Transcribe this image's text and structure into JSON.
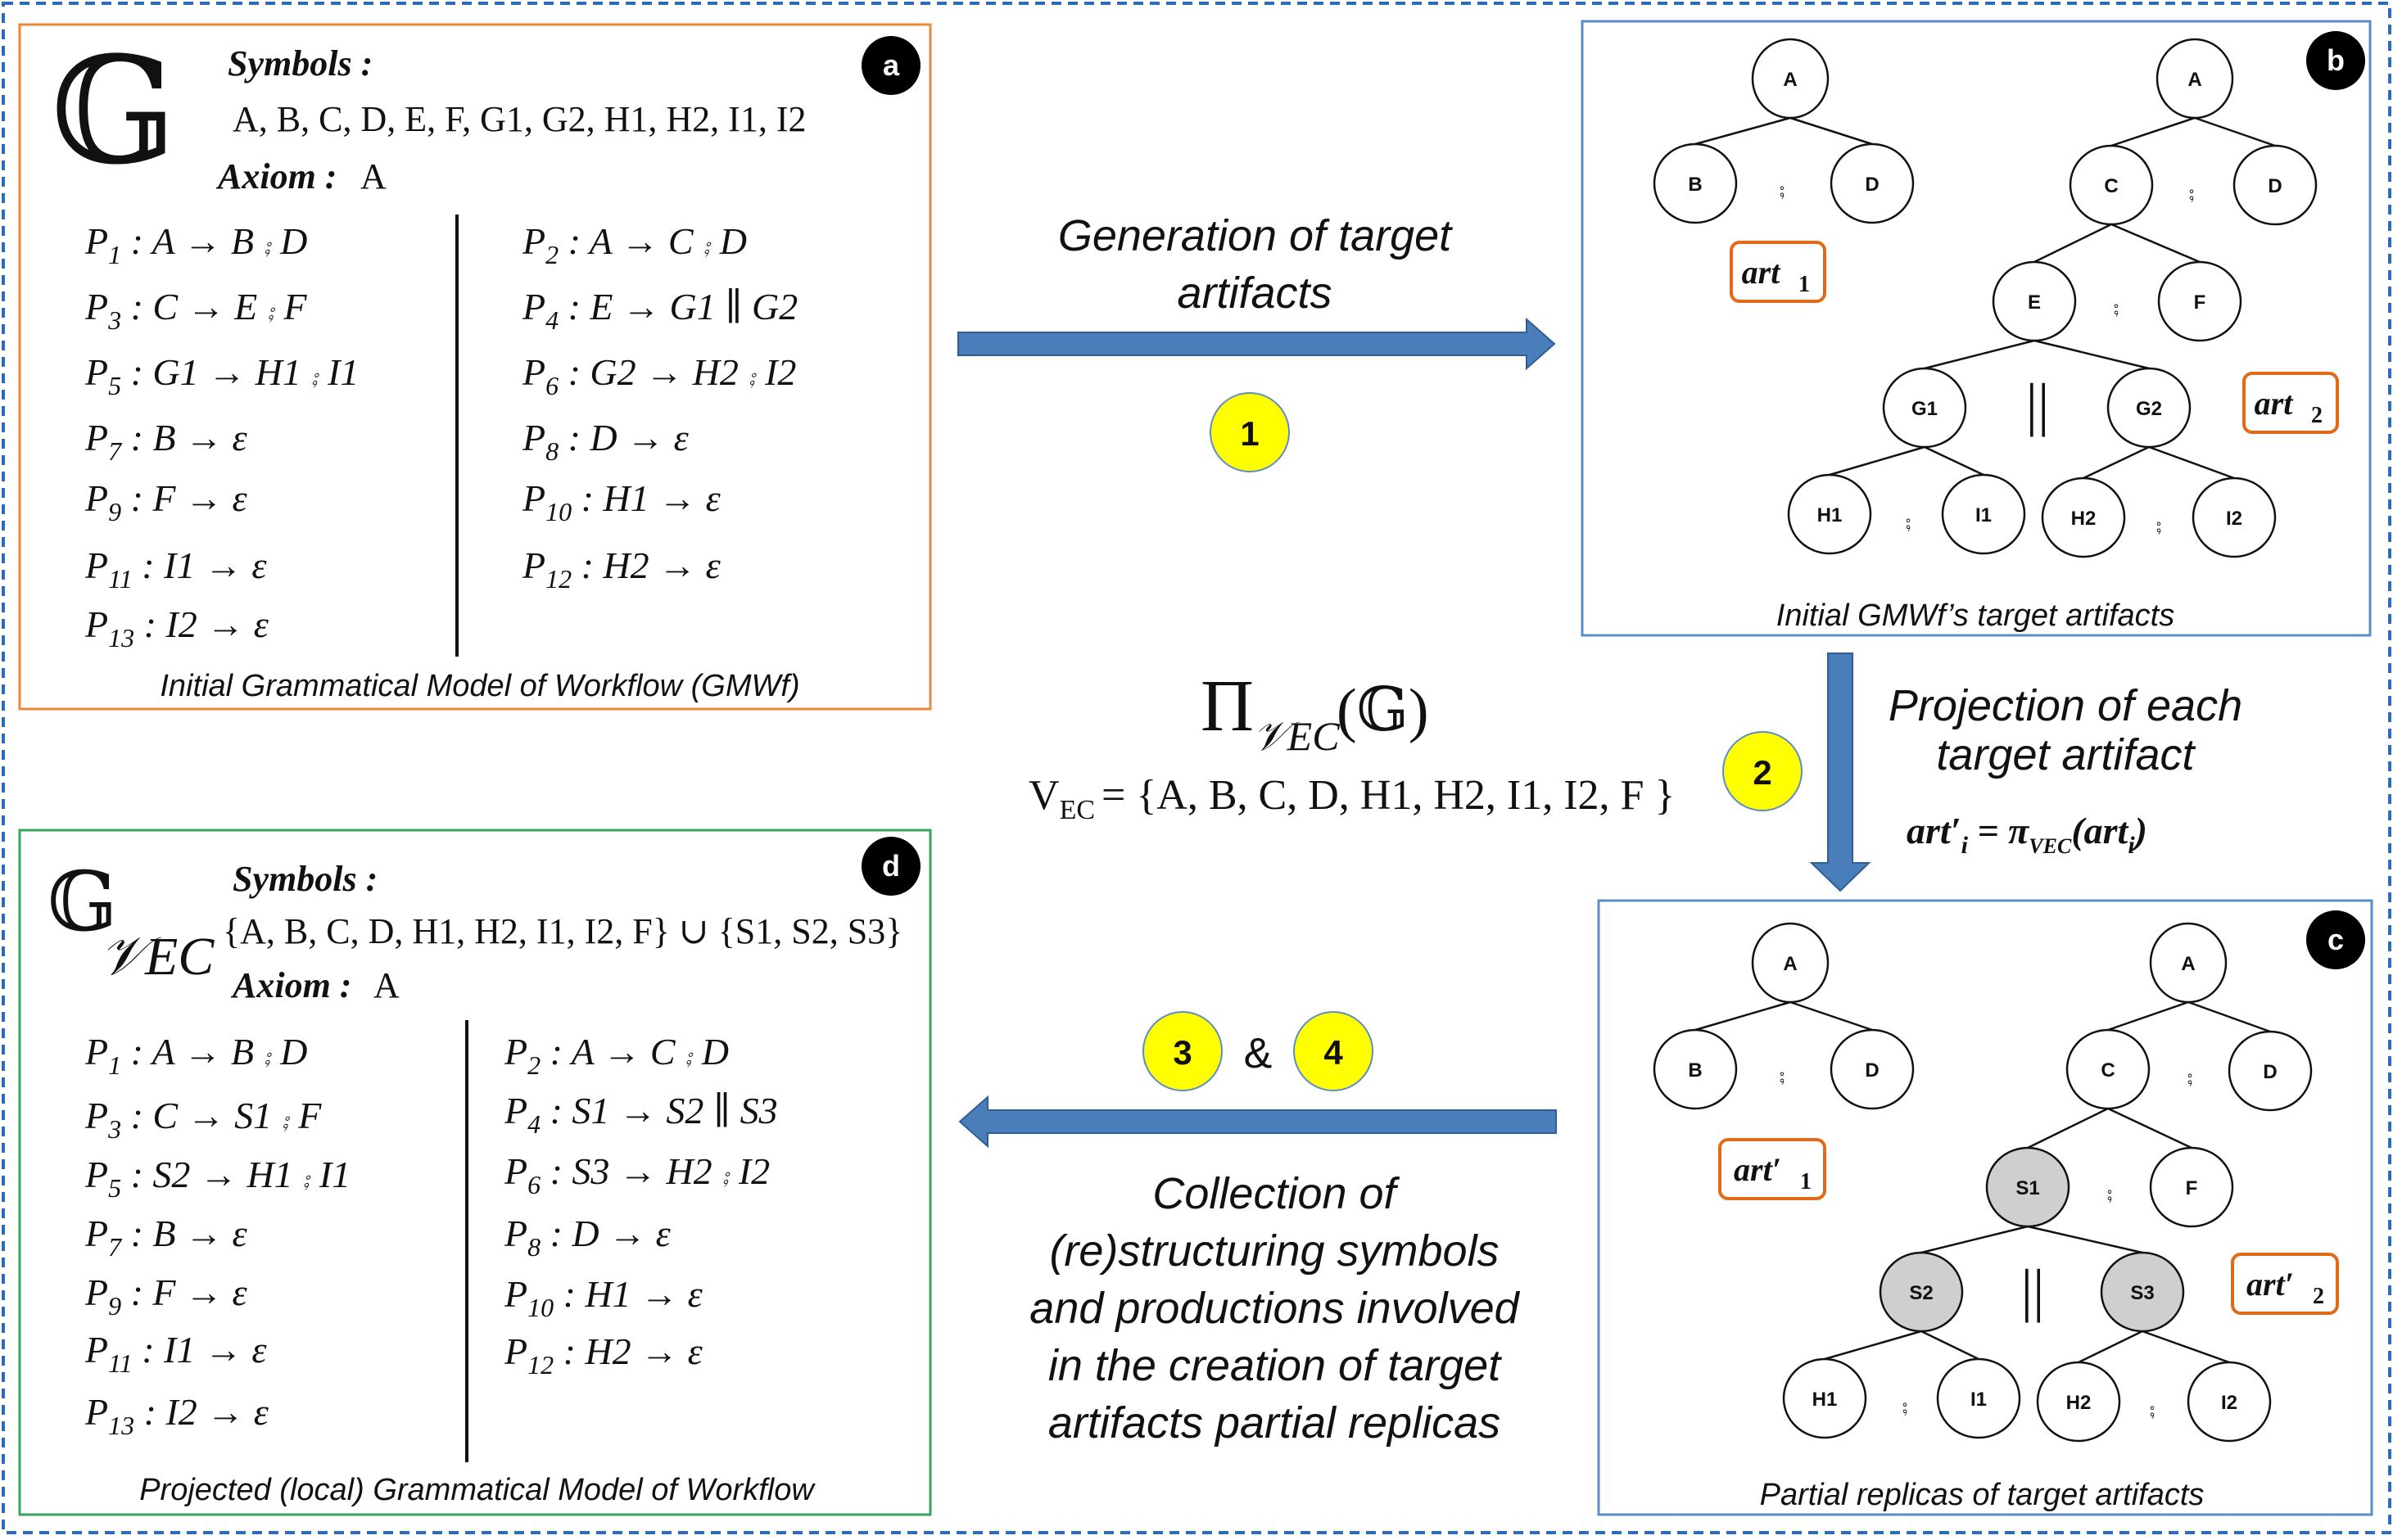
{
  "panel_a": {
    "badge": "a",
    "grammar_symbol": "𝔾",
    "symbols_label": "Symbols :",
    "symbols_list": "A, B, C, D, E, F, G1, G2, H1, H2, I1, I2",
    "axiom_label": "Axiom :",
    "axiom_value": "A",
    "productions_left": [
      {
        "name": "P",
        "sub": "1",
        "rule": " : A → B ⨾ D"
      },
      {
        "name": "P",
        "sub": "3",
        "rule": " : C → E ⨾ F"
      },
      {
        "name": "P",
        "sub": "5",
        "rule": " : G1 → H1 ⨾ I1"
      },
      {
        "name": "P",
        "sub": "7",
        "rule": " : B → ε"
      },
      {
        "name": "P",
        "sub": "9",
        "rule": " : F → ε"
      },
      {
        "name": "P",
        "sub": "11",
        "rule": " : I1 → ε"
      },
      {
        "name": "P",
        "sub": "13",
        "rule": " : I2 → ε"
      }
    ],
    "productions_right": [
      {
        "name": "P",
        "sub": "2",
        "rule": " : A → C ⨾ D"
      },
      {
        "name": "P",
        "sub": "4",
        "rule": " : E → G1 ∥ G2"
      },
      {
        "name": "P",
        "sub": "6",
        "rule": " : G2 → H2 ⨾ I2"
      },
      {
        "name": "P",
        "sub": "8",
        "rule": " : D → ε"
      },
      {
        "name": "P",
        "sub": "10",
        "rule": " : H1 → ε"
      },
      {
        "name": "P",
        "sub": "12",
        "rule": " : H2 → ε"
      }
    ],
    "caption": "Initial Grammatical Model of Workflow (GMWf)"
  },
  "panel_b": {
    "badge": "b",
    "art1_label": "art",
    "art1_sub": "1",
    "art2_label": "art",
    "art2_sub": "2",
    "nodes": {
      "A1": "A",
      "B1": "B",
      "D1": "D",
      "A2": "A",
      "C2": "C",
      "D2": "D",
      "E2": "E",
      "F2": "F",
      "G1": "G1",
      "G2": "G2",
      "H1": "H1",
      "I1": "I1",
      "H2": "H2",
      "I2": "I2"
    },
    "seq_symbol": "⨾",
    "par_symbol": "||",
    "caption": "Initial GMWf’s target artifacts"
  },
  "panel_c": {
    "badge": "c",
    "art1_label": "art′",
    "art1_sub": "1",
    "art2_label": "art′",
    "art2_sub": "2",
    "nodes": {
      "A1": "A",
      "B1": "B",
      "D1": "D",
      "A2": "A",
      "C2": "C",
      "D2": "D",
      "S1": "S1",
      "F2": "F",
      "S2": "S2",
      "S3": "S3",
      "H1": "H1",
      "I1": "I1",
      "H2": "H2",
      "I2": "I2"
    },
    "caption": "Partial replicas of target artifacts"
  },
  "panel_d": {
    "badge": "d",
    "grammar_symbol": "𝔾",
    "grammar_sub": "𝒱EC",
    "symbols_label": "Symbols :",
    "symbols_list": "{A, B, C, D, H1, H2, I1, I2, F} ∪ {S1, S2, S3}",
    "axiom_label": "Axiom :",
    "axiom_value": "A",
    "productions_left": [
      {
        "name": "P",
        "sub": "1",
        "rule": " : A → B ⨾ D"
      },
      {
        "name": "P",
        "sub": "3",
        "rule": " : C → S1 ⨾ F"
      },
      {
        "name": "P",
        "sub": "5",
        "rule": " : S2 → H1 ⨾ I1"
      },
      {
        "name": "P",
        "sub": "7",
        "rule": " : B → ε"
      },
      {
        "name": "P",
        "sub": "9",
        "rule": " : F → ε"
      },
      {
        "name": "P",
        "sub": "11",
        "rule": " : I1 → ε"
      },
      {
        "name": "P",
        "sub": "13",
        "rule": " : I2 → ε"
      }
    ],
    "productions_right": [
      {
        "name": "P",
        "sub": "2",
        "rule": " : A → C ⨾ D"
      },
      {
        "name": "P",
        "sub": "4",
        "rule": " : S1 → S2 ∥ S3"
      },
      {
        "name": "P",
        "sub": "6",
        "rule": " : S3 → H2 ⨾ I2"
      },
      {
        "name": "P",
        "sub": "8",
        "rule": " : D → ε"
      },
      {
        "name": "P",
        "sub": "10",
        "rule": " : H1 → ε"
      },
      {
        "name": "P",
        "sub": "12",
        "rule": " : H2 → ε"
      }
    ],
    "caption": "Projected (local) Grammatical Model of Workflow"
  },
  "step1": {
    "number": "1",
    "text_line1": "Generation of target",
    "text_line2": "artifacts"
  },
  "step2": {
    "number": "2",
    "text_line1": "Projection of each",
    "text_line2": "target artifact",
    "formula_lhs": "art′",
    "formula_lhs_sub": "i",
    "formula_mid": " = π",
    "formula_pi_sub": "VEC",
    "formula_rhs": "(art",
    "formula_rhs_sub": "i",
    "formula_end": ")"
  },
  "center": {
    "pi_symbol": "Π",
    "pi_sub": "𝒱EC",
    "pi_arg": "(𝔾)",
    "vec_label": "V",
    "vec_sub": "EC",
    "vec_set": "= {A, B, C, D, H1, H2, I1, I2, F }"
  },
  "step34": {
    "number3": "3",
    "amp": "&",
    "number4": "4",
    "text_lines": [
      "Collection of",
      "(re)structuring symbols",
      "and productions involved",
      "in the creation of target",
      "artifacts partial replicas"
    ]
  },
  "colors": {
    "outer_border": "#2e6db4",
    "panel_a_border": "#e8883a",
    "panel_b_border": "#5b8cc8",
    "panel_d_border": "#3aa35b",
    "arrow": "#4a7ebb",
    "step_badge": "#ffff00",
    "art_label_border": "#e06a1a"
  }
}
